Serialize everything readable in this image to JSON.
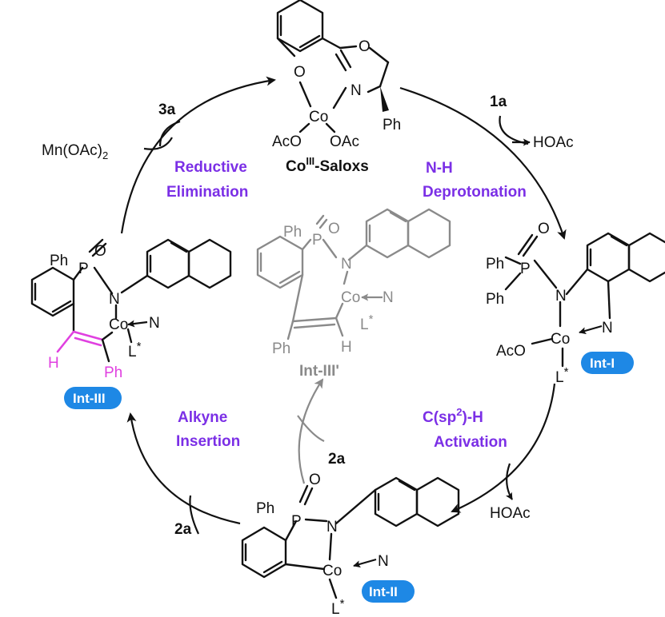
{
  "colors": {
    "step_label": "#7b2fe6",
    "badge": "#1e88e5",
    "vinyl_highlight": "#e040e0",
    "proposed_intermediate": "#8a8a8a"
  },
  "catalyst": {
    "label": "Co",
    "label_sup": "III",
    "label_tail": "-Saloxs"
  },
  "intermediates": {
    "int1": {
      "badge": "Int-I"
    },
    "int2": {
      "badge": "Int-II"
    },
    "int3": {
      "badge": "Int-III"
    },
    "int3p": {
      "label": "Int-III'"
    }
  },
  "steps": {
    "nh_line1": "N-H",
    "nh_line2": "Deprotonation",
    "ch_line1_a": "C(sp",
    "ch_line1_sup": "2",
    "ch_line1_b": ")-H",
    "ch_line2": "Activation",
    "ai_line1": "Alkyne",
    "ai_line2": "Insertion",
    "re_line1": "Reductive",
    "re_line2": "Elimination"
  },
  "reagents": {
    "r1a": "1a",
    "hoac_top": "HOAc",
    "hoac_bottom": "HOAc",
    "r2a_left": "2a",
    "r2a_center": "2a",
    "r3a": "3a",
    "mn_a": "Mn(OAc)",
    "mn_sub": "2"
  },
  "atoms": {
    "O": "O",
    "N": "N",
    "Co": "Co",
    "P": "P",
    "Ph": "Ph",
    "H": "H",
    "AcO": "AcO",
    "OAc": "OAc",
    "L": "L",
    "star": "*"
  }
}
